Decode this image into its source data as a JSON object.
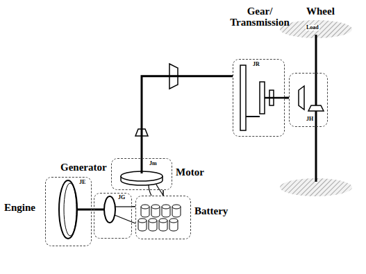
{
  "diagram": {
    "nodes": [
      {
        "text": [
          "Engine",
          "JE"
        ]
      },
      {
        "text": [
          "JG"
        ]
      },
      {
        "text": [
          "Generator",
          "Jm",
          "Motor"
        ]
      },
      {
        "text": [
          "Battery"
        ]
      },
      {
        "text": [
          "Gear/ Transmission",
          "JR"
        ]
      },
      {
        "text": [
          "Wheel",
          "JH"
        ]
      }
    ],
    "edges": [
      {
        "from": 0,
        "to": 1,
        "arrow": "none"
      },
      {
        "from": 1,
        "to": 3,
        "arrow": "none"
      },
      {
        "from": 3,
        "to": 2,
        "arrow": "none"
      },
      {
        "from": 2,
        "to": 4,
        "arrow": "none"
      },
      {
        "from": 4,
        "to": 5,
        "arrow": "none"
      }
    ],
    "labels": [
      "Load"
    ]
  }
}
